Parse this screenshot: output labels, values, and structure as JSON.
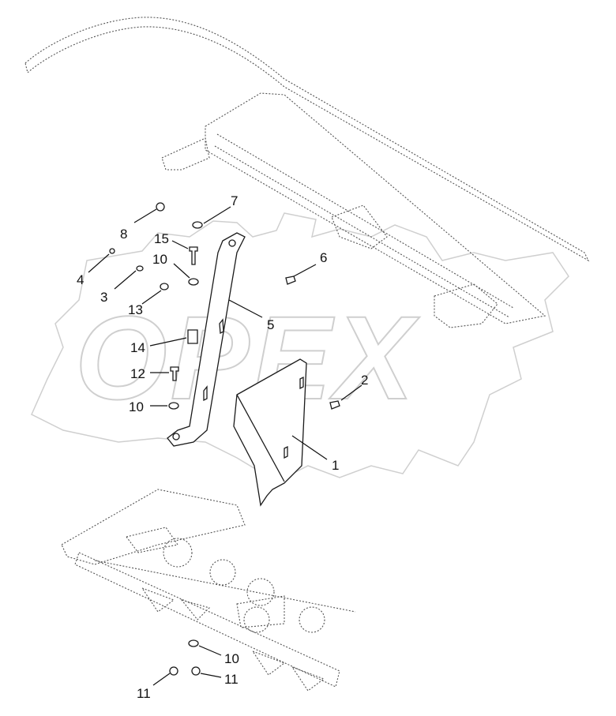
{
  "watermark": {
    "text": "OPEX"
  },
  "callouts": [
    {
      "id": "c1",
      "label": "1"
    },
    {
      "id": "c2",
      "label": "2"
    },
    {
      "id": "c3",
      "label": "3"
    },
    {
      "id": "c4",
      "label": "4"
    },
    {
      "id": "c5",
      "label": "5"
    },
    {
      "id": "c6",
      "label": "6"
    },
    {
      "id": "c7",
      "label": "7"
    },
    {
      "id": "c8",
      "label": "8"
    },
    {
      "id": "c10a",
      "label": "10"
    },
    {
      "id": "c10b",
      "label": "10"
    },
    {
      "id": "c10c",
      "label": "10"
    },
    {
      "id": "c11a",
      "label": "11"
    },
    {
      "id": "c11b",
      "label": "11"
    },
    {
      "id": "c12",
      "label": "12"
    },
    {
      "id": "c13",
      "label": "13"
    },
    {
      "id": "c14",
      "label": "14"
    },
    {
      "id": "c15",
      "label": "15"
    }
  ]
}
